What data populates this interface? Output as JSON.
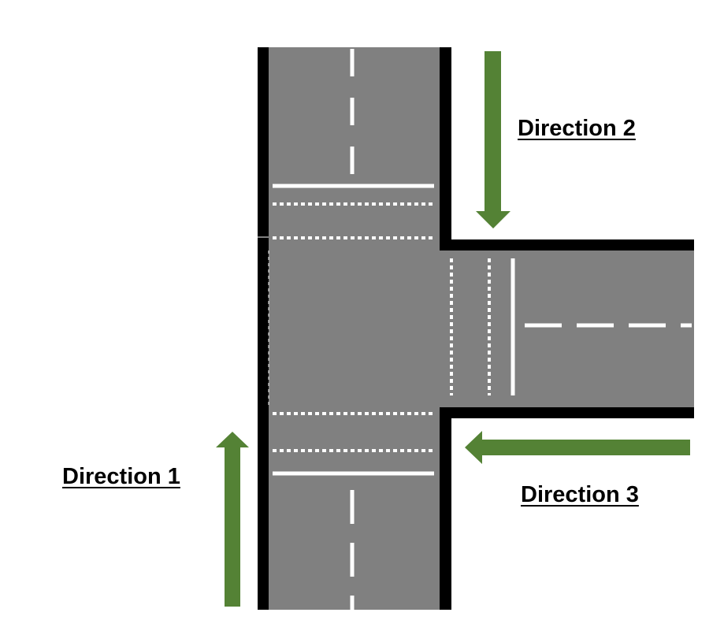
{
  "colors": {
    "road": "#808080",
    "curb": "#000000",
    "marking": "#ffffff",
    "arrow": "#548235",
    "background": "#ffffff"
  },
  "directions": [
    {
      "label": "Direction 1",
      "arrow": "up-arrow-icon"
    },
    {
      "label": "Direction 2",
      "arrow": "down-arrow-icon"
    },
    {
      "label": "Direction 3",
      "arrow": "left-arrow-icon"
    }
  ]
}
